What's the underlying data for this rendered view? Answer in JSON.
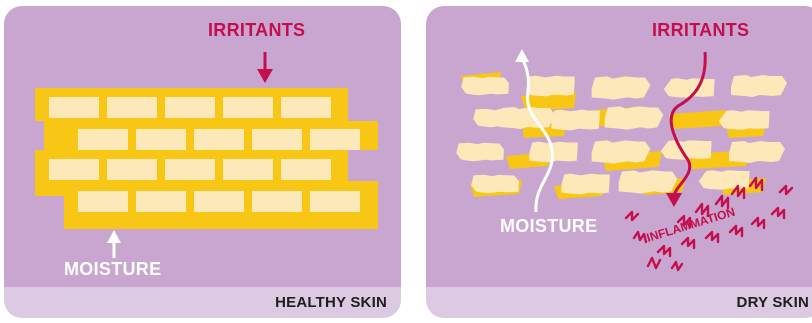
{
  "colors": {
    "panel_bg": "#c8a6cf",
    "footer_bg": "#dcc9e2",
    "mortar": "#f8c614",
    "brick": "#fce8b8",
    "irritant": "#c40f4e",
    "moisture": "#ffffff"
  },
  "healthy": {
    "irritants_label": "IRRITANTS",
    "moisture_label": "MOISTURE",
    "footer": "HEALTHY SKIN"
  },
  "dry": {
    "irritants_label": "IRRITANTS",
    "moisture_label": "MOISTURE",
    "inflammation_label": "INFLAMMATION",
    "footer": "DRY SKIN"
  }
}
